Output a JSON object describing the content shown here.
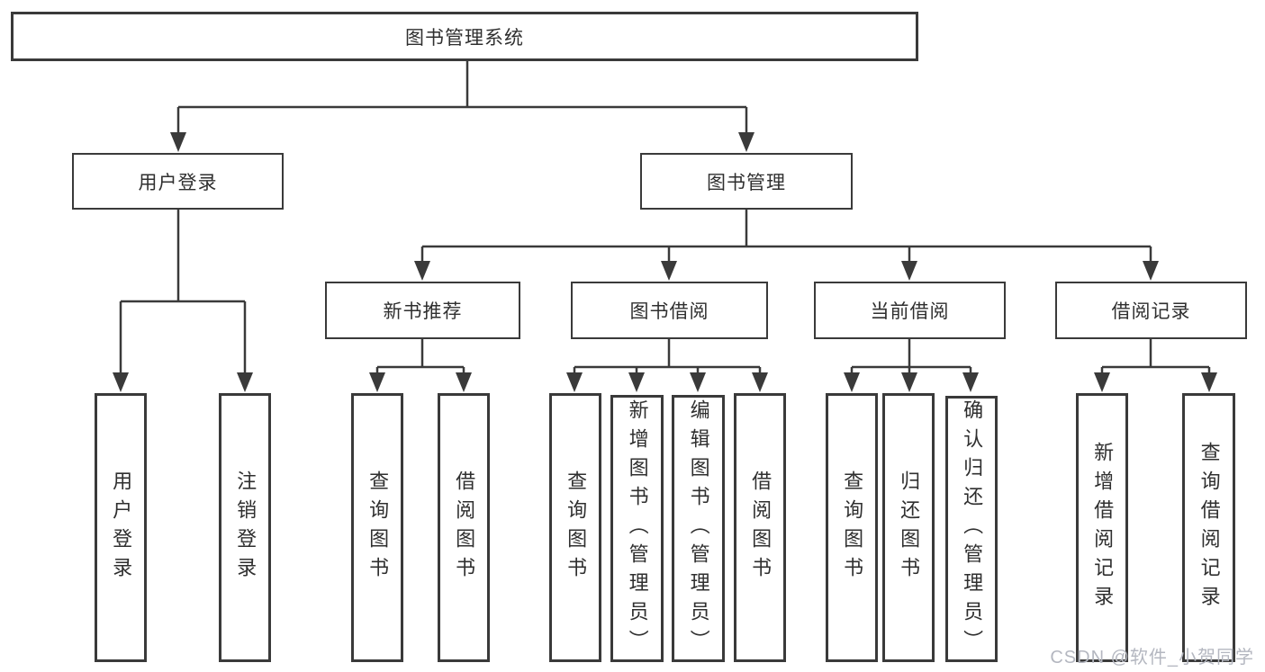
{
  "colors": {
    "line": "#3a3a3a",
    "text": "#2f2f2f",
    "watermark": "#b4b7c0"
  },
  "nodes": {
    "root": {
      "label": "图书管理系统"
    },
    "user_login": {
      "label": "用户登录",
      "children": {
        "login": {
          "label": "用户登录"
        },
        "logout": {
          "label": "注销登录"
        }
      }
    },
    "book_mgmt": {
      "label": "图书管理",
      "children": {
        "new_books": {
          "label": "新书推荐",
          "children": {
            "query": {
              "label": "查询图书"
            },
            "borrow": {
              "label": "借阅图书"
            }
          }
        },
        "book_borrow": {
          "label": "图书借阅",
          "children": {
            "query": {
              "label": "查询图书"
            },
            "add": {
              "label": "新增图书（管理员）"
            },
            "edit": {
              "label": "编辑图书（管理员）"
            },
            "borrow": {
              "label": "借阅图书"
            }
          }
        },
        "current_borrow": {
          "label": "当前借阅",
          "children": {
            "query": {
              "label": "查询图书"
            },
            "return": {
              "label": "归还图书"
            },
            "confirm": {
              "label": "确认归还（管理员）"
            }
          }
        },
        "records": {
          "label": "借阅记录",
          "children": {
            "add": {
              "label": "新增借阅记录"
            },
            "query": {
              "label": "查询借阅记录"
            }
          }
        }
      }
    }
  },
  "watermark": {
    "text": "CSDN @软件_小贺同学"
  }
}
